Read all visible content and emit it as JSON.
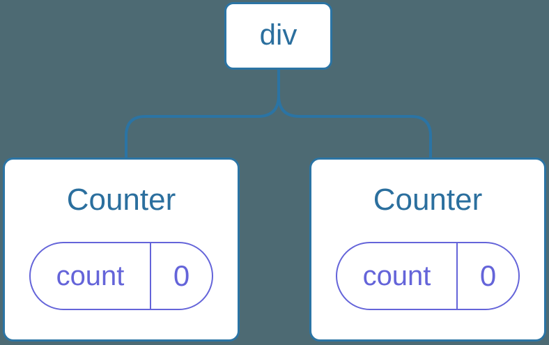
{
  "diagram": {
    "type": "component-tree",
    "colors": {
      "background": "#4d6a73",
      "node_fill": "#ffffff",
      "tree_blue": "#2b74a4",
      "text_blue": "#2b6f9e",
      "state_purple": "#6464d9"
    },
    "root": {
      "label": "div"
    },
    "children": [
      {
        "title": "Counter",
        "state": {
          "key": "count",
          "value": "0"
        }
      },
      {
        "title": "Counter",
        "state": {
          "key": "count",
          "value": "0"
        }
      }
    ]
  }
}
